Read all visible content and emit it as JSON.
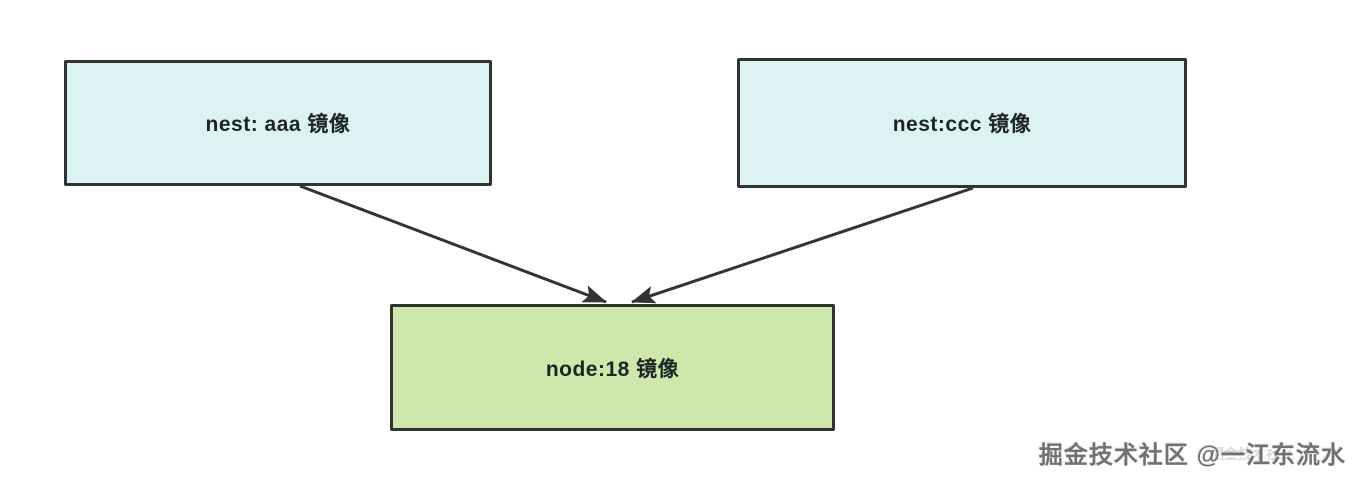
{
  "diagram": {
    "nodes": [
      {
        "id": "nest-aaa",
        "label": "nest: aaa 镜像",
        "fill": "#ddf2f3",
        "role": "source-image"
      },
      {
        "id": "nest-ccc",
        "label": "nest:ccc 镜像",
        "fill": "#ddf2f3",
        "role": "source-image"
      },
      {
        "id": "node-18",
        "label": "node:18 镜像",
        "fill": "#cde8aa",
        "role": "base-image"
      }
    ],
    "edges": [
      {
        "from": "nest-aaa",
        "to": "node-18"
      },
      {
        "from": "nest-ccc",
        "to": "node-18"
      }
    ]
  },
  "watermark": {
    "text": "掘金技术社区 @一江东流水",
    "faint_text": "掘金技术社区"
  },
  "colors": {
    "background": "#ffffff",
    "node_border": "#2f3433",
    "arrow": "#333333",
    "fill_cyan": "#ddf2f3",
    "fill_green": "#cde8aa",
    "label_text": "#1d2426"
  }
}
